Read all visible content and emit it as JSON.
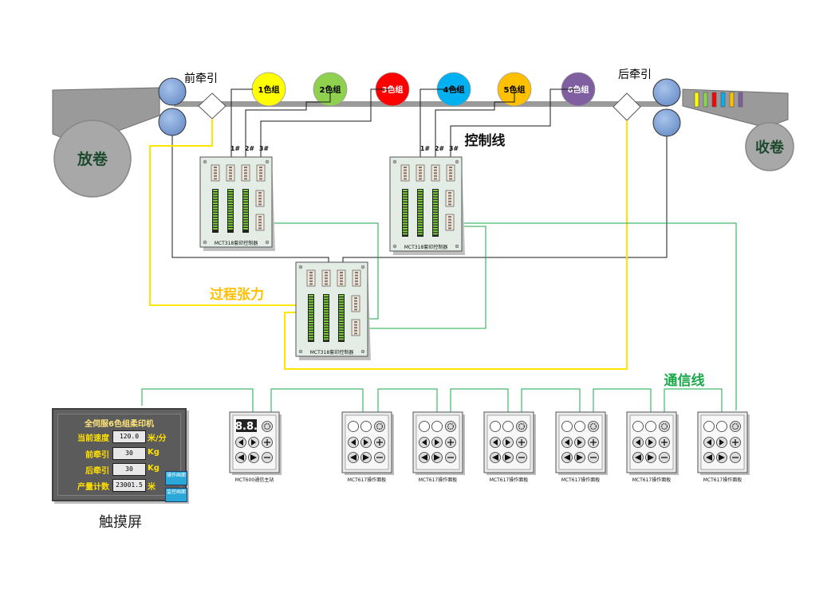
{
  "colors": {
    "control_line": "#1a1a1a",
    "tension_line": "#ffe600",
    "comm_line": "#1aa84a",
    "roller": "#7fa6dc",
    "drum": "#a6a6a6",
    "web": "#9a9a9a"
  },
  "labels": {
    "unwind": "放卷",
    "rewind": "收卷",
    "front_traction": "前牵引",
    "rear_traction": "后牵引",
    "control_line": "控制线",
    "process_tension": "过程张力",
    "comm_line": "通信线",
    "touchscreen": "触摸屏"
  },
  "color_groups": [
    {
      "label": "1色组",
      "color": "#ffff00",
      "text_color": "#000000"
    },
    {
      "label": "2色组",
      "color": "#8fd14f",
      "text_color": "#000000"
    },
    {
      "label": "3色组",
      "color": "#ff0000",
      "text_color": "#ffffff"
    },
    {
      "label": "4色组",
      "color": "#00b0f0",
      "text_color": "#000000"
    },
    {
      "label": "5色组",
      "color": "#ffc000",
      "text_color": "#000000"
    },
    {
      "label": "6色组",
      "color": "#7f5fa0",
      "text_color": "#ffffff"
    }
  ],
  "controllers": [
    {
      "label": "MCT318套印控制器",
      "ports": [
        "1#",
        "2#",
        "3#"
      ]
    },
    {
      "label": "MCT318套印控制器",
      "ports": [
        "1#",
        "2#",
        "3#"
      ]
    },
    {
      "label": "MCT318套印控制器",
      "ports": []
    }
  ],
  "mini_color_bars": [
    "#ffff00",
    "#8fd14f",
    "#ff0000",
    "#00b0f0",
    "#ffc000",
    "#7f5fa0"
  ],
  "panels": [
    {
      "label": "MCT600通信主站",
      "display": "8.8."
    },
    {
      "label": "MCT617操作面板"
    },
    {
      "label": "MCT617操作面板"
    },
    {
      "label": "MCT617操作面板"
    },
    {
      "label": "MCT617操作面板"
    },
    {
      "label": "MCT617操作面板"
    },
    {
      "label": "MCT617操作面板"
    }
  ],
  "touchscreen": {
    "title": "全伺服6色组柔印机",
    "rows": [
      {
        "label": "当前速度",
        "value": "120.0",
        "unit": "米/分"
      },
      {
        "label": "前牵引",
        "value": "30",
        "unit": "Kg"
      },
      {
        "label": "后牵引",
        "value": "30",
        "unit": "Kg"
      },
      {
        "label": "产量计数",
        "value": "23001.5",
        "unit": "米"
      }
    ],
    "buttons": [
      {
        "label": "操作画面"
      },
      {
        "label": "监控画面"
      }
    ]
  }
}
